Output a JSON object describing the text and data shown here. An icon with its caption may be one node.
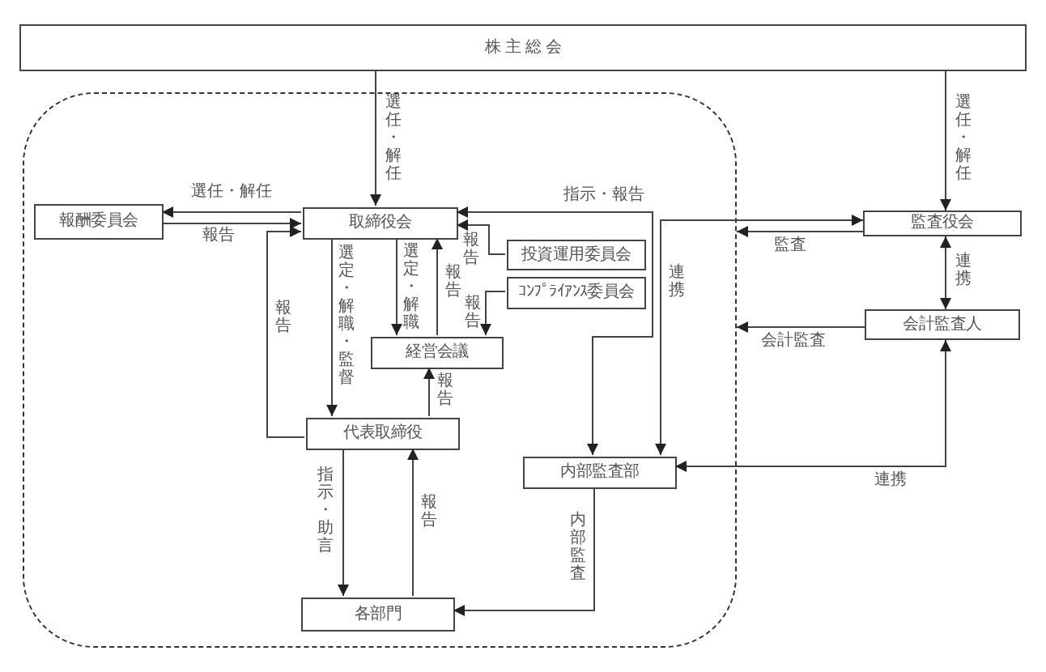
{
  "diagram": {
    "nodes": [
      {
        "text": [
          "株 主 総 会"
        ]
      },
      {
        "text": [],
        "shape": "box"
      },
      {
        "text": [
          "報酬委員会"
        ],
        "in": 1
      },
      {
        "text": [
          "取締役会"
        ],
        "in": 1
      },
      {
        "text": [
          "投資運用委員会"
        ],
        "in": 1
      },
      {
        "text": [
          "ｺﾝﾌﾟﾗｲｱﾝｽ委員会"
        ],
        "in": 1
      },
      {
        "text": [
          "経営会議"
        ],
        "in": 1
      },
      {
        "text": [
          "代表取締役"
        ],
        "in": 1
      },
      {
        "text": [
          "内部監査部"
        ],
        "in": 1
      },
      {
        "text": [
          "各部門"
        ],
        "in": 1
      },
      {
        "text": [
          "監査役会"
        ]
      },
      {
        "text": [
          "会計監査人"
        ]
      }
    ],
    "edges": [
      {
        "from": 0,
        "to": 3,
        "arrow": "to",
        "label": "選任・解任"
      },
      {
        "from": 0,
        "to": 10,
        "arrow": "to",
        "label": "選任・解任"
      },
      {
        "from": 3,
        "to": 2,
        "arrow": "to",
        "label": "選任・解任"
      },
      {
        "from": 2,
        "to": 3,
        "arrow": "to",
        "label": "報告"
      },
      {
        "from": 7,
        "to": 3,
        "arrow": "to",
        "label": "報告"
      },
      {
        "from": 3,
        "to": 7,
        "arrow": "to",
        "label": "選定・解職・監督"
      },
      {
        "from": 3,
        "to": 6,
        "arrow": "to",
        "label": "選定・解職"
      },
      {
        "from": 6,
        "to": 3,
        "arrow": "to",
        "label": "報告"
      },
      {
        "from": 3,
        "to": 8,
        "arrow": "both",
        "label": "指示・報告"
      },
      {
        "from": 4,
        "to": 3,
        "arrow": "to",
        "label": "報告"
      },
      {
        "from": 5,
        "to": 6,
        "arrow": "to",
        "label": "報告"
      },
      {
        "from": 7,
        "to": 6,
        "arrow": "to",
        "label": "報告"
      },
      {
        "from": 7,
        "to": 9,
        "arrow": "to",
        "label": "指示・助言"
      },
      {
        "from": 9,
        "to": 7,
        "arrow": "to",
        "label": "報告"
      },
      {
        "from": 8,
        "to": 9,
        "arrow": "to",
        "label": "内部監査"
      },
      {
        "from": 8,
        "to": 10,
        "arrow": "both",
        "label": "連携"
      },
      {
        "from": 10,
        "to": 1,
        "arrow": "to",
        "label": "監査"
      },
      {
        "from": 10,
        "to": 11,
        "arrow": "both",
        "label": "連携"
      },
      {
        "from": 11,
        "to": 1,
        "arrow": "to",
        "label": "会計監査"
      },
      {
        "from": 11,
        "to": 8,
        "arrow": "both",
        "label": "連携"
      }
    ]
  }
}
